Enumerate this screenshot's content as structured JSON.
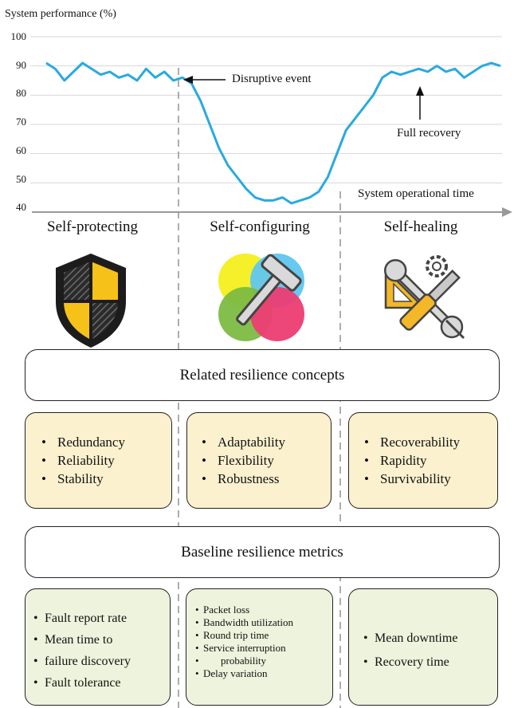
{
  "chart": {
    "ylabel": "System performance (%)",
    "xlabel": "System operational time",
    "y_ticks": [
      "100",
      "90",
      "80",
      "70",
      "60",
      "50",
      "40"
    ],
    "annotation_disruptive": "Disruptive event",
    "annotation_recovery": "Full recovery",
    "line_color": "#29a9e1"
  },
  "chart_data": {
    "type": "line",
    "title": "",
    "ylabel": "System performance (%)",
    "xlabel": "System operational time",
    "ylim": [
      40,
      100
    ],
    "x": [
      0,
      2,
      4,
      6,
      8,
      10,
      12,
      14,
      16,
      18,
      20,
      22,
      24,
      26,
      28,
      30,
      32,
      34,
      36,
      38,
      40,
      42,
      44,
      46,
      48,
      50,
      52,
      54,
      56,
      58,
      60,
      62,
      64,
      66,
      68,
      70,
      72,
      74,
      76,
      78,
      80,
      82,
      84,
      86,
      88,
      90,
      92,
      94,
      96,
      98,
      100
    ],
    "series": [
      {
        "name": "",
        "values": [
          91,
          89,
          85,
          88,
          91,
          89,
          87,
          88,
          86,
          87,
          85,
          89,
          86,
          88,
          85,
          86,
          84,
          78,
          70,
          62,
          56,
          52,
          48,
          45,
          44,
          44,
          45,
          43,
          44,
          45,
          47,
          52,
          60,
          68,
          72,
          76,
          80,
          86,
          88,
          87,
          88,
          89,
          88,
          90,
          88,
          89,
          86,
          88,
          90,
          91,
          90
        ]
      }
    ],
    "grid": true,
    "annotations": [
      "Disruptive event",
      "Full recovery"
    ]
  },
  "columns": {
    "titles": [
      "Self-protecting",
      "Self-configuring",
      "Self-healing"
    ],
    "icons": [
      "shield-icon",
      "palette-hammer-icon",
      "tools-icon"
    ]
  },
  "concepts": {
    "banner": "Related resilience concepts",
    "left": [
      "Redundancy",
      "Reliability",
      "Stability"
    ],
    "middle": [
      "Adaptability",
      "Flexibility",
      "Robustness"
    ],
    "right": [
      "Recoverability",
      "Rapidity",
      "Survivability"
    ]
  },
  "metrics": {
    "banner": "Baseline resilience metrics",
    "left": [
      "Fault report rate",
      "Mean time to",
      "failure discovery",
      "Fault tolerance"
    ],
    "middle": [
      "Packet loss",
      "Bandwidth utilization",
      "Round trip time",
      "Service interruption",
      "probability",
      "Delay variation"
    ],
    "right": [
      "Mean downtime",
      "Recovery time"
    ]
  },
  "colors": {
    "concept_box": "#fbf1cf",
    "metric_box": "#eef3dd",
    "shield_yellow": "#f6c21a",
    "wrench_yellow": "#f4b728"
  }
}
